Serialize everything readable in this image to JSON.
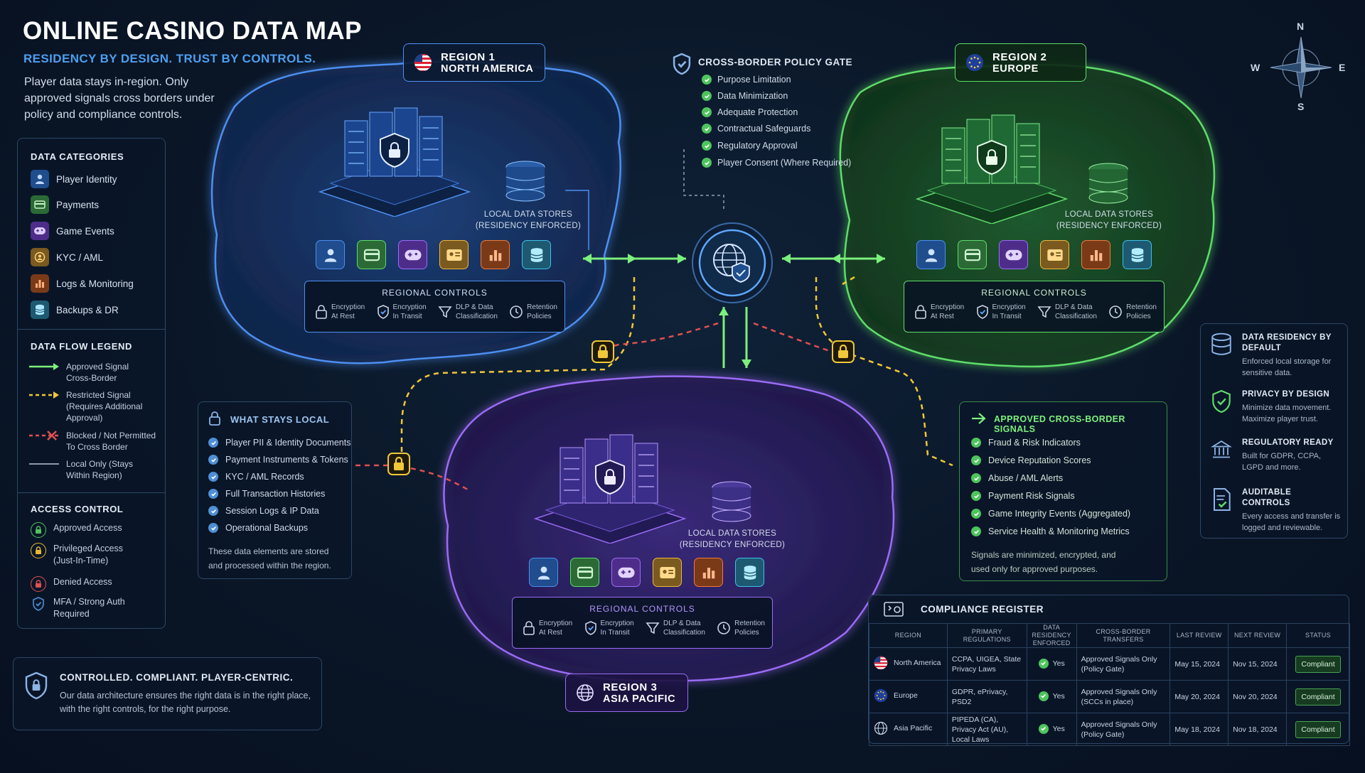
{
  "header": {
    "title": "ONLINE CASINO DATA MAP",
    "subtitle": "RESIDENCY BY DESIGN. TRUST BY CONTROLS.",
    "intro": "Player data stays in-region. Only approved signals cross borders under policy and compliance controls."
  },
  "legend": {
    "categories_title": "DATA CATEGORIES",
    "categories": [
      {
        "label": "Player Identity",
        "icon": "user-icon",
        "color": "#2f7fe0"
      },
      {
        "label": "Payments",
        "icon": "card-icon",
        "color": "#46b455"
      },
      {
        "label": "Game Events",
        "icon": "gamepad-icon",
        "color": "#8d4fe0"
      },
      {
        "label": "KYC / AML",
        "icon": "id-badge-icon",
        "color": "#e0a23a"
      },
      {
        "label": "Logs & Monitoring",
        "icon": "bar-chart-icon",
        "color": "#e06a2a"
      },
      {
        "label": "Backups & DR",
        "icon": "database-icon",
        "color": "#2fa9d6"
      }
    ],
    "flow_title": "DATA FLOW LEGEND",
    "flows": [
      {
        "label": "Approved Signal Cross-Border",
        "style": "approved"
      },
      {
        "label": "Restricted Signal (Requires Additional Approval)",
        "style": "restricted"
      },
      {
        "label": "Blocked / Not Permitted To Cross Border",
        "style": "blocked"
      },
      {
        "label": "Local Only (Stays Within Region)",
        "style": "local"
      }
    ],
    "access_title": "ACCESS CONTROL",
    "access": [
      {
        "label": "Approved Access",
        "color": "#4ec45d"
      },
      {
        "label": "Privileged Access (Just-In-Time)",
        "color": "#e8b830"
      },
      {
        "label": "Denied Access",
        "color": "#e05050"
      },
      {
        "label": "MFA / Strong Auth Required",
        "color": "#4f8fd6"
      }
    ]
  },
  "regions": [
    {
      "line1": "REGION 1",
      "line2": "NORTH AMERICA",
      "flag": "us-flag-icon"
    },
    {
      "line1": "REGION 2",
      "line2": "EUROPE",
      "flag": "eu-flag-icon"
    },
    {
      "line1": "REGION 3",
      "line2": "ASIA PACIFIC",
      "flag": "globe-icon"
    }
  ],
  "store_label_1": "LOCAL DATA STORES",
  "store_label_2": "(RESIDENCY ENFORCED)",
  "controls": {
    "title": "REGIONAL CONTROLS",
    "items": [
      {
        "l1": "Encryption",
        "l2": "At Rest",
        "icon": "lock-icon"
      },
      {
        "l1": "Encryption",
        "l2": "In Transit",
        "icon": "shield-check-icon"
      },
      {
        "l1": "DLP & Data",
        "l2": "Classification",
        "icon": "filter-icon"
      },
      {
        "l1": "Retention",
        "l2": "Policies",
        "icon": "clock-icon"
      }
    ]
  },
  "gate": {
    "title": "CROSS-BORDER POLICY GATE",
    "items": [
      "Purpose Limitation",
      "Data Minimization",
      "Adequate Protection",
      "Contractual Safeguards",
      "Regulatory Approval",
      "Player Consent (Where Required)"
    ]
  },
  "stays_local": {
    "title": "WHAT STAYS LOCAL",
    "items": [
      "Player PII & Identity Documents",
      "Payment Instruments & Tokens",
      "KYC / AML Records",
      "Full Transaction Histories",
      "Session Logs & IP Data",
      "Operational Backups"
    ],
    "note": "These data elements are stored and processed within the region."
  },
  "approved": {
    "title": "APPROVED CROSS-BORDER SIGNALS",
    "items": [
      "Fraud & Risk Indicators",
      "Device Reputation Scores",
      "Abuse / AML Alerts",
      "Payment Risk Signals",
      "Game Integrity Events (Aggregated)",
      "Service Health & Monitoring Metrics"
    ],
    "note": "Signals are minimized, encrypted, and used only for approved purposes."
  },
  "principles": [
    {
      "title": "DATA RESIDENCY BY DEFAULT",
      "desc": "Enforced local storage for sensitive data.",
      "icon": "database-icon"
    },
    {
      "title": "PRIVACY BY DESIGN",
      "desc": "Minimize data movement. Maximize player trust.",
      "icon": "shield-check-icon"
    },
    {
      "title": "REGULATORY READY",
      "desc": "Built for GDPR, CCPA, LGPD and more.",
      "icon": "bank-icon"
    },
    {
      "title": "AUDITABLE CONTROLS",
      "desc": "Every access and transfer is logged and reviewable.",
      "icon": "document-check-icon"
    }
  ],
  "bottom_left": {
    "title": "CONTROLLED. COMPLIANT. PLAYER-CENTRIC.",
    "text": "Our data architecture ensures the right data is in the right place, with the right controls, for the right purpose."
  },
  "register": {
    "title": "COMPLIANCE REGISTER",
    "columns": [
      "REGION",
      "PRIMARY REGULATIONS",
      "DATA RESIDENCY ENFORCED",
      "CROSS-BORDER TRANSFERS",
      "LAST REVIEW",
      "NEXT REVIEW",
      "STATUS"
    ],
    "rows": [
      {
        "region": "North America",
        "regs": "CCPA, UIGEA, State Privacy Laws",
        "enforced": "Yes",
        "transfers": "Approved Signals Only (Policy Gate)",
        "last": "May 15, 2024",
        "next": "Nov 15, 2024",
        "status": "Compliant",
        "flag": "us-flag-icon"
      },
      {
        "region": "Europe",
        "regs": "GDPR, ePrivacy, PSD2",
        "enforced": "Yes",
        "transfers": "Approved Signals Only (SCCs in place)",
        "last": "May 20, 2024",
        "next": "Nov 20, 2024",
        "status": "Compliant",
        "flag": "eu-flag-icon"
      },
      {
        "region": "Asia Pacific",
        "regs": "PIPEDA (CA), Privacy Act (AU), Local Laws",
        "enforced": "Yes",
        "transfers": "Approved Signals Only (Policy Gate)",
        "last": "May 18, 2024",
        "next": "Nov 18, 2024",
        "status": "Compliant",
        "flag": "globe-icon"
      }
    ]
  },
  "compass": {
    "n": "N",
    "s": "S",
    "e": "E",
    "w": "W"
  },
  "colors": {
    "na": "#3e7fe6",
    "eu": "#4ec45d",
    "ap": "#8c5cf0",
    "approved": "#7cf07c",
    "restricted": "#f0c83a",
    "blocked": "#e05050"
  }
}
